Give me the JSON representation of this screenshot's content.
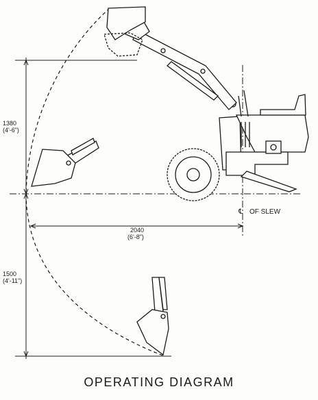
{
  "dimensions": {
    "upper_height_mm": "1380",
    "upper_height_ft": "(4'-6\")",
    "reach_mm": "2040",
    "reach_ft": "(6'-8\")",
    "dig_depth_mm": "1500",
    "dig_depth_ft": "(4'-11\")"
  },
  "slew_label": "OF SLEW",
  "slew_symbol": "℄",
  "caption": "OPERATING DIAGRAM",
  "colors": {
    "ink": "#1a1a1a",
    "paper": "#fdfdfb"
  }
}
